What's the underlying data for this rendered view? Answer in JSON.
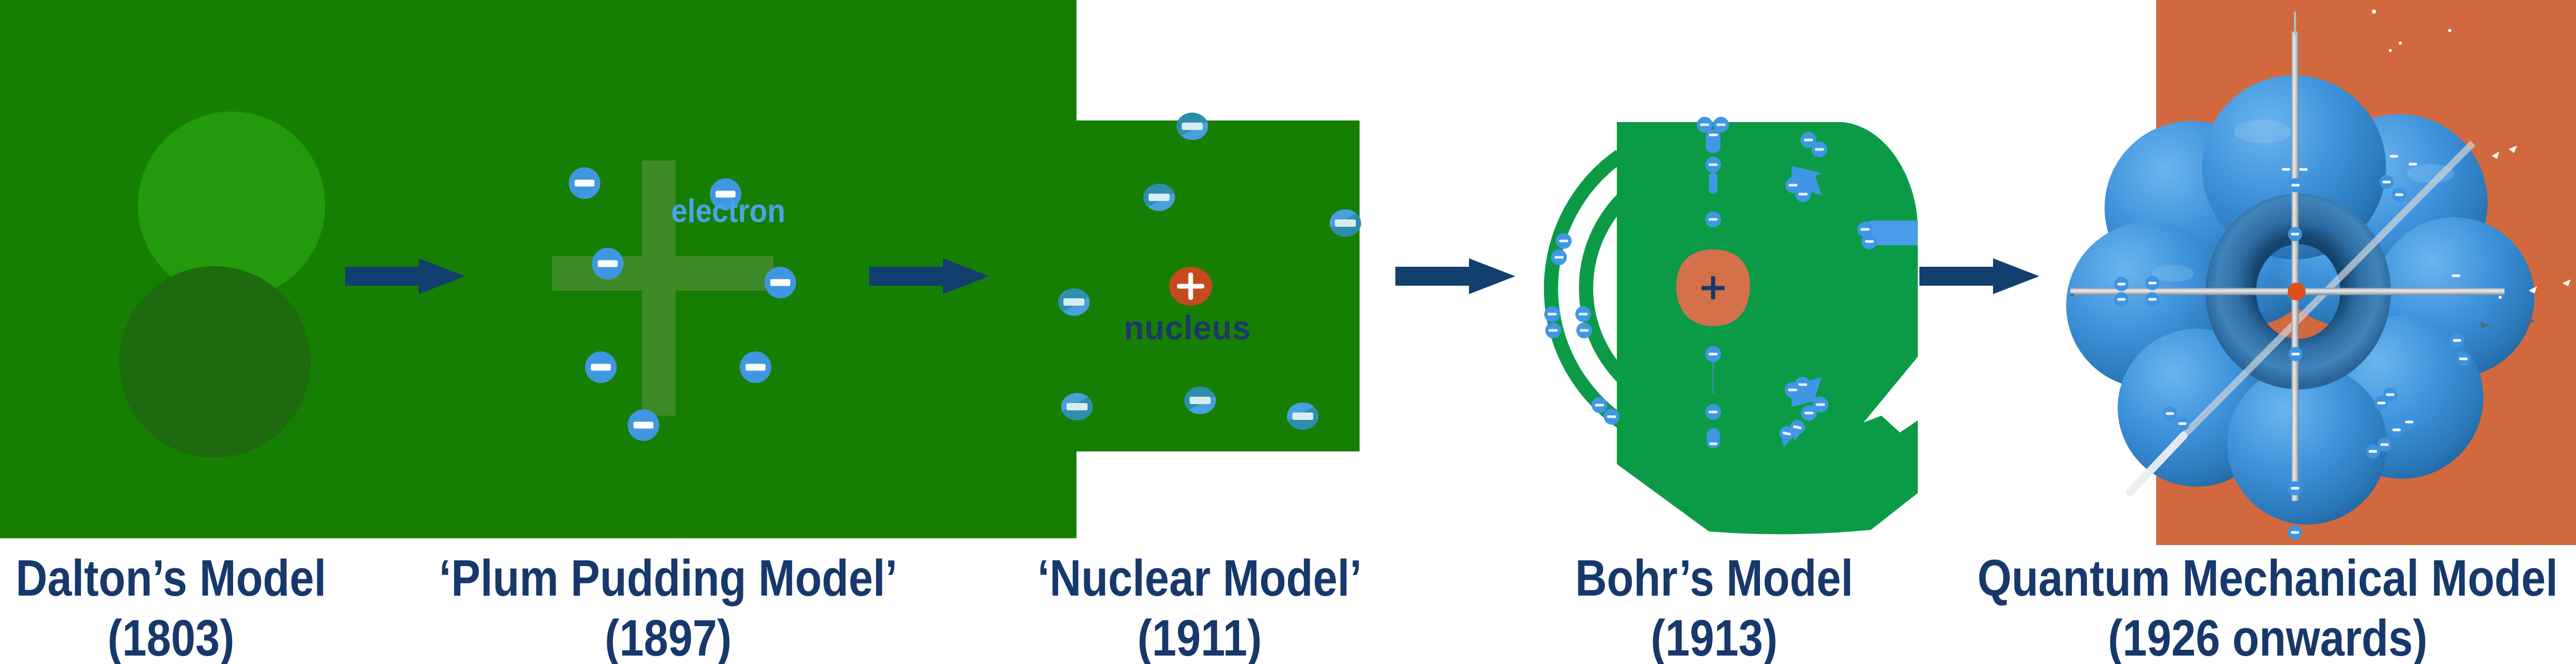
{
  "models": [
    {
      "label": "Dalton’s Model",
      "year": "(1803)"
    },
    {
      "label": "‘Plum Pudding Model’",
      "year": "(1897)"
    },
    {
      "label": "‘Nuclear Model’",
      "year": "(1911)"
    },
    {
      "label": "Bohr’s Model",
      "year": "(1913)"
    },
    {
      "label": "Quantum Mechanical Model",
      "year": "(1926 onwards)"
    }
  ],
  "annotations": {
    "electron": "electron",
    "nucleus": "nucleus"
  },
  "colors": {
    "panel_green": "#177E04",
    "dalton_light_sphere": "#229A0B",
    "dalton_dark_sphere": "#1D6B0E",
    "plum_cross": "#3E8A28",
    "electron_blue": "#3F97E0",
    "electron_label_blue": "#4CA2E8",
    "caption_navy": "#17386B",
    "nucleus_red": "#C44A20",
    "bohr_green": "#0B9B47",
    "bohr_nucleus_salmon": "#D2714A",
    "orbit_bar_blue": "#4A9DE8",
    "quantum_orange": "#D2693E",
    "orbital_lobe_blue": "#3F93DC",
    "arrow_navy": "#123F6E"
  }
}
